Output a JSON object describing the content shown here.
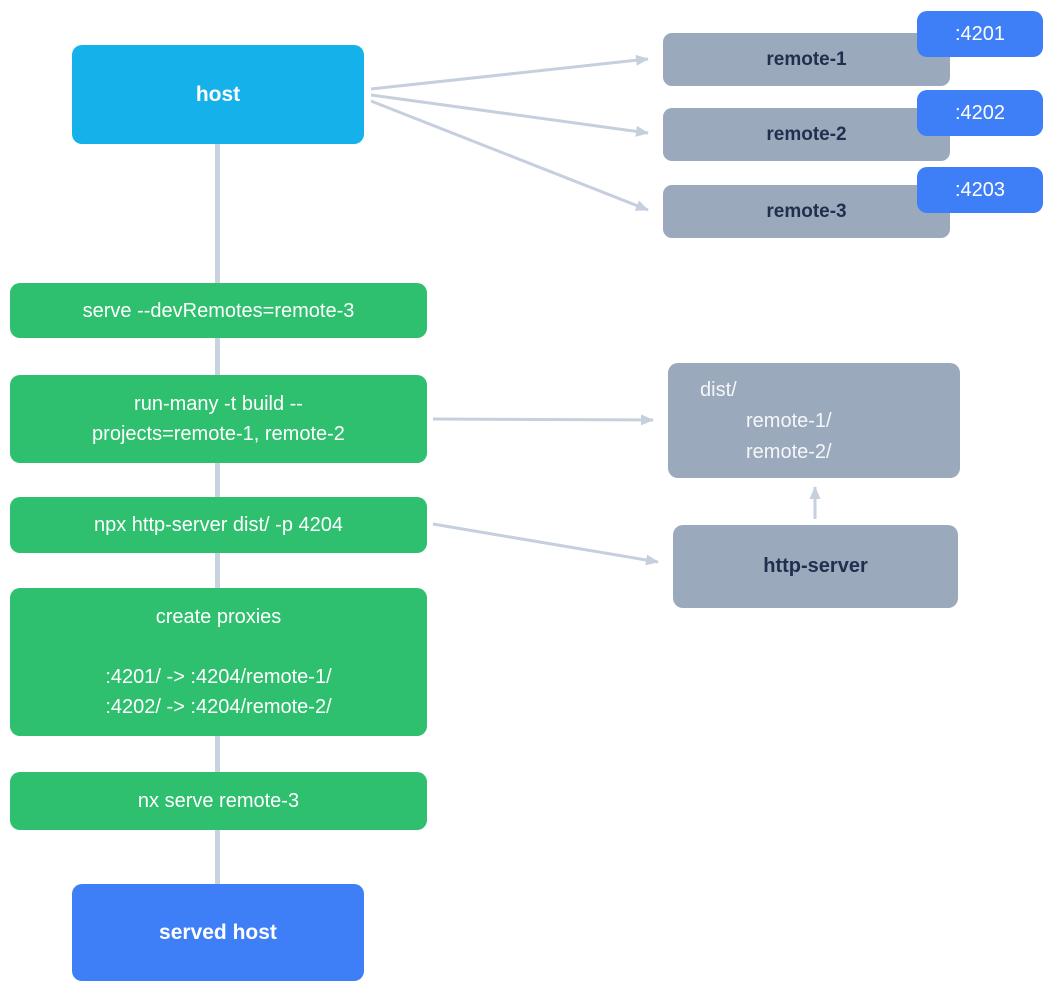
{
  "colors": {
    "host_cyan": "#15b1eb",
    "action_blue": "#3e7ff7",
    "command_green": "#2ebf6f",
    "node_gray": "#9ba9bc",
    "arrow_gray": "#c5cfdd",
    "dark_label": "#1f2f4d",
    "light_label": "#ffffff"
  },
  "diagram": {
    "host": {
      "label": "host"
    },
    "served_host": {
      "label": "served host"
    },
    "remotes": [
      {
        "label": "remote-1",
        "port": ":4201"
      },
      {
        "label": "remote-2",
        "port": ":4202"
      },
      {
        "label": "remote-3",
        "port": ":4203"
      }
    ],
    "commands": [
      {
        "lines": [
          "serve --devRemotes=remote-3"
        ]
      },
      {
        "lines": [
          "run-many -t build --",
          "projects=remote-1, remote-2"
        ]
      },
      {
        "lines": [
          "npx http-server dist/ -p 4204"
        ]
      },
      {
        "lines": [
          "create proxies",
          "",
          ":4201/ -> :4204/remote-1/",
          ":4202/ -> :4204/remote-2/"
        ]
      },
      {
        "lines": [
          "nx serve remote-3"
        ]
      }
    ],
    "dist": {
      "lines": [
        "dist/",
        "remote-1/",
        "remote-2/"
      ]
    },
    "http_server": {
      "label": "http-server"
    }
  }
}
